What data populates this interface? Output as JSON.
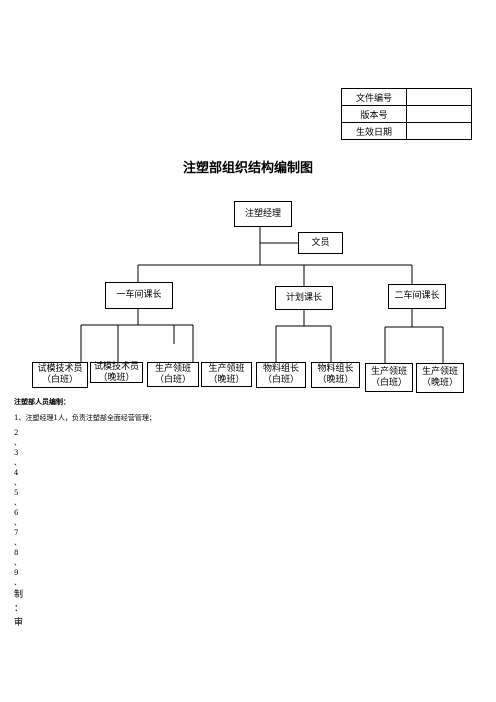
{
  "doc_info": {
    "rows": [
      {
        "label": "文件编号",
        "value": ""
      },
      {
        "label": "版本号",
        "value": ""
      },
      {
        "label": "生效日期",
        "value": ""
      }
    ]
  },
  "title": "注塑部组织结构编制图",
  "org": {
    "manager": "注塑经理",
    "clerk": "文员",
    "section1": "一车间课长",
    "planning": "计划课长",
    "section2": "二车间课长",
    "leaf": {
      "trial_day": {
        "l1": "试模技术员",
        "l2": "（白班）"
      },
      "trial_night": {
        "l1": "试模技术员",
        "l2": "（晚班）"
      },
      "prod1_day": {
        "l1": "生产领班",
        "l2": "（白班）"
      },
      "prod1_night": {
        "l1": "生产领班",
        "l2": "（晚班）"
      },
      "mat_day": {
        "l1": "物料组长",
        "l2": "（白班）"
      },
      "mat_night": {
        "l1": "物料组长",
        "l2": "（晚班）"
      },
      "prod2_day": {
        "l1": "生产领班",
        "l2": "（白班）"
      },
      "prod2_night": {
        "l1": "生产领班",
        "l2": "（晚班）"
      }
    }
  },
  "staffing": {
    "heading": "注塑部人员编制：",
    "item1": "1、注塑经理1人，负责注塑部全面经营管理；",
    "list_chars": [
      "2",
      "、",
      "3",
      "、",
      "4",
      "、",
      "5",
      "、",
      "6",
      "、",
      "7",
      "、",
      "8",
      "、",
      "9",
      "、"
    ],
    "footer_chars": [
      "制",
      "：",
      "审"
    ]
  }
}
